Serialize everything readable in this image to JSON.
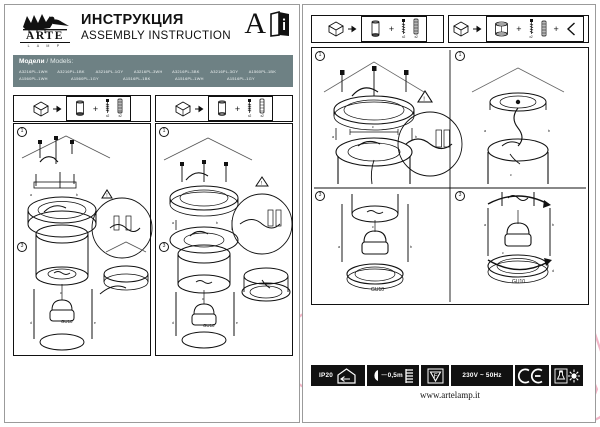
{
  "document": {
    "title_ru": "ИНСТРУКЦИЯ",
    "title_en": "ASSEMBLY INSTRUCTION",
    "brand": "ARTE",
    "brand_sub": "L A M P",
    "brand_icon": "winged-lion-icon",
    "header_letter": "A",
    "header_icon": "instruction-booklet-icon",
    "watermark": "21vek.by",
    "watermark_color": "#f2b4c6",
    "band_color": "#6e8184"
  },
  "models": {
    "label_ru": "Модели",
    "label_sep": "/",
    "label_en": "Models:",
    "codes": [
      "A3216PL-1WH",
      "A3216PL-1BK",
      "A3216PL-1GY",
      "A3216PL-3WH",
      "A3216PL-3BK",
      "A3216PL-3GY",
      "A1560PL-1BK",
      "A1560PL-1WH",
      "A1560PL-1GY",
      "A1516PL-1BK",
      "A1516PL-1WH",
      "A1516PL-1GY",
      "",
      ""
    ]
  },
  "panels": {
    "left_sheet": {
      "name": "sheet-left",
      "columns": [
        {
          "name": "column-cylinder-surface",
          "parts_box": {
            "package_icon": "package-box-icon",
            "arrow_icon": "arrow-right-icon",
            "items": [
              {
                "icon": "cylinder-shade-icon",
                "qty": ""
              },
              {
                "icon": "screw-icon",
                "qty": "x2"
              },
              {
                "icon": "dowel-icon",
                "qty": "x2"
              }
            ],
            "separator": "+"
          },
          "steps": [
            {
              "number": "1",
              "name": "step-mount-bracket"
            },
            {
              "number": "2",
              "name": "step-wiring-detail"
            },
            {
              "number": "3",
              "name": "step-install-lamp"
            },
            {
              "number": "4",
              "name": "step-close-diffuser"
            }
          ],
          "lamp_socket_label": "GU10",
          "warning_icon": "warning-triangle-icon"
        },
        {
          "name": "column-cylinder-recessed",
          "parts_box": {
            "package_icon": "package-box-icon",
            "arrow_icon": "arrow-right-icon",
            "items": [
              {
                "icon": "cylinder-body-icon",
                "qty": ""
              },
              {
                "icon": "screw-icon",
                "qty": "x2"
              },
              {
                "icon": "dowel-icon",
                "qty": "x2"
              }
            ],
            "separator": "+"
          },
          "steps": [
            {
              "number": "1",
              "name": "step-mount-base-plate"
            },
            {
              "number": "2",
              "name": "step-connect-wires"
            },
            {
              "number": "3",
              "name": "step-fit-lamp"
            },
            {
              "number": "4",
              "name": "step-secure-ring"
            }
          ],
          "lamp_socket_label": "GU10",
          "warning_icon": "warning-triangle-icon"
        }
      ]
    },
    "right_sheet": {
      "name": "sheet-right",
      "parts_strips": [
        {
          "name": "parts-strip-a",
          "package_icon": "package-box-icon",
          "arrow_icon": "arrow-right-icon",
          "items": [
            {
              "icon": "cylinder-shade-icon",
              "qty": ""
            },
            {
              "icon": "screw-icon",
              "qty": "x2"
            },
            {
              "icon": "dowel-icon",
              "qty": "x2"
            }
          ],
          "separator": "+"
        },
        {
          "name": "parts-strip-b",
          "package_icon": "package-box-icon",
          "arrow_icon": "arrow-right-icon",
          "items": [
            {
              "icon": "lamp-body-icon",
              "qty": ""
            },
            {
              "icon": "screw-icon",
              "qty": "x2"
            },
            {
              "icon": "dowel-icon",
              "qty": "x2"
            },
            {
              "icon": "allen-key-icon",
              "qty": ""
            }
          ],
          "separator": "+"
        }
      ],
      "columns": [
        {
          "name": "column-large-cylinder",
          "steps": [
            {
              "number": "1",
              "name": "step-fix-ceiling-plate"
            },
            {
              "number": "2",
              "name": "step-attach-body"
            },
            {
              "number": "3",
              "name": "step-insert-gu10"
            },
            {
              "number": "4",
              "name": "step-rotate-lock"
            }
          ],
          "lamp_socket_label": "GU10",
          "warning_icon": "warning-triangle-icon"
        },
        {
          "name": "column-compact-cylinder",
          "steps": [
            {
              "number": "1",
              "name": "step-fix-ceiling-plate"
            },
            {
              "number": "2",
              "name": "step-attach-body"
            },
            {
              "number": "3",
              "name": "step-insert-gu10"
            },
            {
              "number": "4",
              "name": "step-rotate-lock"
            }
          ],
          "lamp_socket_label": "GU10",
          "warning_icon": "warning-triangle-icon"
        }
      ]
    }
  },
  "footer": {
    "icons": [
      {
        "name": "ip-rating-badge",
        "label": "IP20",
        "icon": "house-indoor-icon"
      },
      {
        "name": "min-distance-badge",
        "label": "0,5m",
        "icon": "beam-distance-icon"
      },
      {
        "name": "class-f-badge",
        "label": "",
        "icon": "f-triangle-icon"
      },
      {
        "name": "voltage-badge",
        "label": "230V ~ 50Hz",
        "icon": ""
      },
      {
        "name": "ce-mark-badge",
        "label": "",
        "icon": "ce-mark-icon"
      },
      {
        "name": "dispose-badge",
        "label": "",
        "icon": "lamp-recycle-icon"
      }
    ],
    "website": "www.artelamp.it"
  }
}
